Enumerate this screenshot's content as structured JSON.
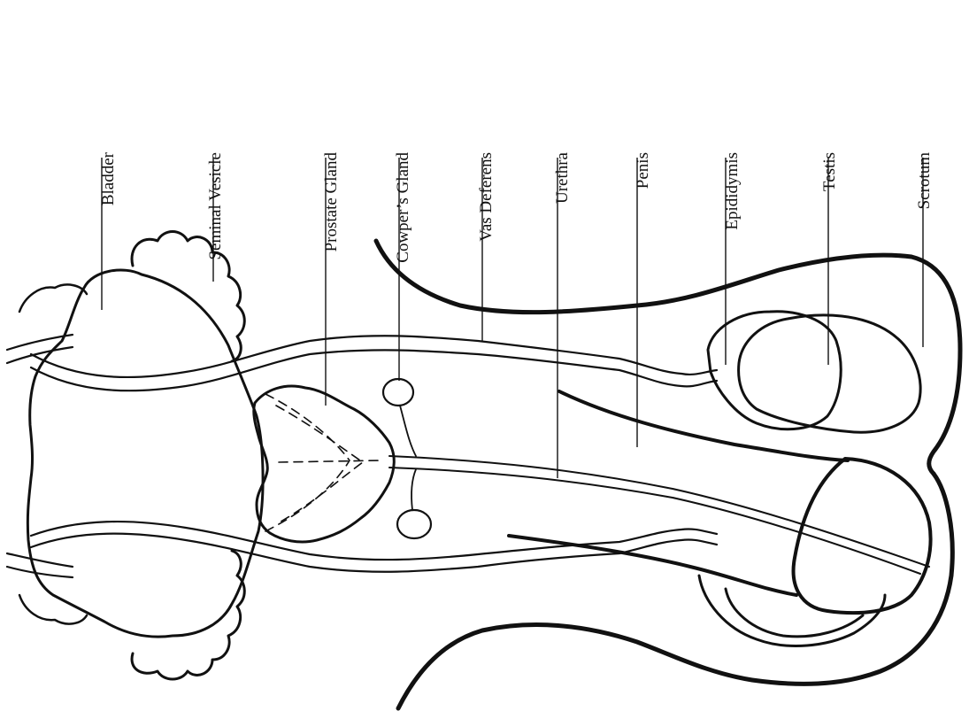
{
  "labels": {
    "bladder": "Bladder",
    "seminal_vesicle": "Seminal Vesicle",
    "prostate_gland": "Prostate Gland",
    "cowpers_gland": "Cowper’s Gland",
    "vas_deferens": "Vas Deferens",
    "urethra": "Urethra",
    "penis": "Penis",
    "epididymis": "Epididymis",
    "testis": "Testis",
    "scrotum": "Scrotum"
  }
}
